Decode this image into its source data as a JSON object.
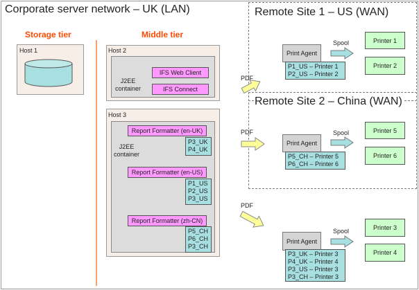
{
  "titles": {
    "main": "Corporate server network – UK (LAN)",
    "site1": "Remote Site 1 – US (WAN)",
    "site2": "Remote Site 2 – China (WAN)"
  },
  "tiers": {
    "storage": "Storage tier",
    "middle": "Middle tier"
  },
  "hosts": {
    "host1": {
      "label": "Host 1"
    },
    "host2": {
      "label": "Host 2",
      "container_line1": "J2EE",
      "container_line2": "container",
      "apps": [
        "IFS Web Client",
        "IFS Connect"
      ]
    },
    "host3": {
      "label": "Host 3",
      "container_line1": "J2EE",
      "container_line2": "container",
      "formatters": [
        {
          "name": "Report Formatter (en-UK)",
          "queues": [
            "P3_UK",
            "P4_UK"
          ]
        },
        {
          "name": "Report Formatter (en-US)",
          "queues": [
            "P1_US",
            "P2_US",
            "P3_US"
          ]
        },
        {
          "name": "Report Formatter (zh-CN)",
          "queues": [
            "P5_CH",
            "P6_CH",
            "P3_CH"
          ]
        }
      ]
    }
  },
  "labels": {
    "pdf": "PDF",
    "spool": "Spool",
    "print_agent": "Print Agent"
  },
  "sites": [
    {
      "mappings": [
        "P1_US – Printer 1",
        "P2_US – Printer 2"
      ],
      "printers": [
        "Printer 1",
        "Printer 2"
      ]
    },
    {
      "mappings": [
        "P5_CH – Printer 5",
        "P6_CH – Printer 6"
      ],
      "printers": [
        "Printer 5",
        "Printer 6"
      ]
    },
    {
      "mappings": [
        "P3_UK – Printer 3",
        "P4_UK – Printer 4",
        "P3_US – Printer 3",
        "P3_CH – Printer 3"
      ],
      "printers": [
        "Printer 3",
        "Printer 4"
      ]
    }
  ],
  "colors": {
    "tier_label": "#ff4a00",
    "formatter": "#ff99ff",
    "queue": "#a8dfe0",
    "printer": "#ccffcc",
    "agent": "#d4d4d4",
    "pdf_arrow": "#ffff99",
    "spool_arrow": "#a8dfe0"
  }
}
